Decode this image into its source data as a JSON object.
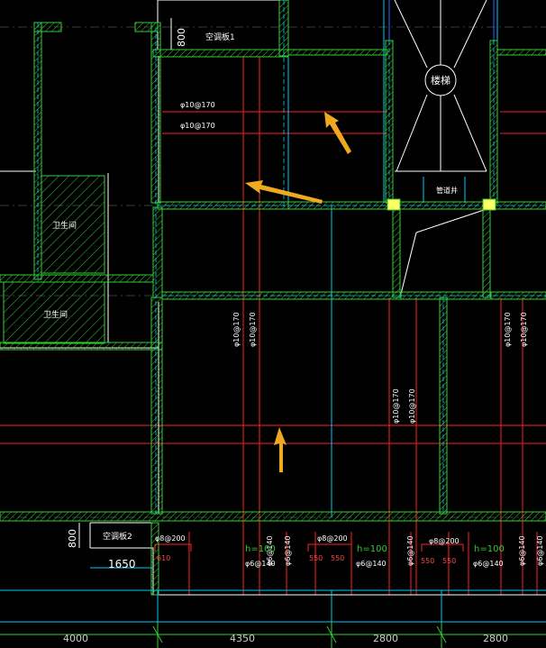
{
  "texts": {
    "room_ac_1": "空调板1",
    "room_ac_2": "空调板2",
    "room_stair": "楼梯",
    "room_pipe": "管道井",
    "room_wc_1": "卫生间",
    "room_wc_2": "卫生间",
    "dim_800_top": "800",
    "dim_800_bottom": "800",
    "dim_1650": "1650",
    "rebar_top_1": "φ10@170",
    "rebar_top_2": "φ10@170",
    "rebar_mid_v1": "φ10@170",
    "rebar_mid_v2": "φ10@170",
    "rebar_mid_v3": "φ10@170",
    "rebar_mid_v4": "φ10@170",
    "rebar_right_v1": "φ10@170",
    "rebar_right_v2": "φ10@170",
    "rebar_b_1": "φ8@200",
    "rebar_b_2": "φ8@200",
    "rebar_b_3": "φ8@200",
    "rebar_b_4": "φ6@140",
    "rebar_b_5": "φ6@140",
    "rebar_b_6": "φ6@140",
    "rebar_b_7": "φ6@140",
    "rebar_b_8": "φ6@140",
    "rebar_b_9": "φ6@140",
    "rebar_b_10": "φ6@140",
    "rebar_b_11": "φ6@140",
    "h_1": "h=100",
    "h_2": "h=100",
    "h_3": "h=100",
    "num_610": "610",
    "num_550_1": "550",
    "num_550_2": "550",
    "num_550_3": "550",
    "num_550_4": "550",
    "axis_1": "4000",
    "axis_2": "4350",
    "axis_3": "2800",
    "axis_4": "2800"
  },
  "colors": {
    "background": "#000000",
    "wall": "#33cc33",
    "hatch": "#33cc33",
    "rebar": "#ff2222",
    "outline": "#ffffff",
    "annotation": "#ffffff",
    "dim_line": "#33cc33",
    "cyan_line": "#00ccff",
    "blue_line": "#3366ff",
    "arrow": "#f0a820",
    "h_text": "#33cc33",
    "yellow": "#ffff66"
  }
}
